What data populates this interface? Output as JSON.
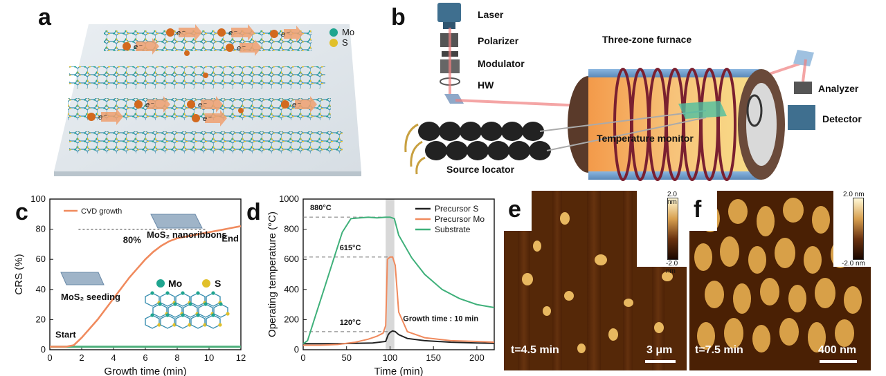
{
  "panels": {
    "a": {
      "label": "a",
      "legend": [
        {
          "symbol": "Mo",
          "color": "#1fa58f"
        },
        {
          "symbol": "S",
          "color": "#e1c02a"
        }
      ],
      "electron_label": "e⁻"
    },
    "b": {
      "label": "b",
      "components": {
        "laser": "Laser",
        "polarizer": "Polarizer",
        "modulator": "Modulator",
        "hw": "HW",
        "furnace": "Three-zone furnace",
        "analyzer": "Analyzer",
        "detector": "Detector",
        "temperature_monitor": "Temperature monitor",
        "source_locator": "Source locator"
      }
    },
    "c": {
      "label": "c"
    },
    "d": {
      "label": "d"
    },
    "e": {
      "label": "e",
      "time": "t=4.5 min",
      "scale": "3 μm",
      "cbar_top": "2.0 nm",
      "cbar_bottom": "-2.0 nm"
    },
    "f": {
      "label": "f",
      "time": "t=7.5 min",
      "scale": "400 nm",
      "cbar_top": "2.0 nm",
      "cbar_bottom": "-2.0 nm"
    }
  },
  "chart_data": [
    {
      "type": "line",
      "panel": "c",
      "xlabel": "Growth time (min)",
      "ylabel": "CRS (%)",
      "xlim": [
        0,
        12
      ],
      "ylim": [
        0,
        100
      ],
      "xticks": [
        0,
        2,
        4,
        6,
        8,
        10,
        12
      ],
      "yticks": [
        0,
        20,
        40,
        60,
        80,
        100
      ],
      "series": [
        {
          "name": "CVD growth",
          "color": "#f08a5d",
          "x": [
            0,
            1,
            1.5,
            2,
            2.5,
            3,
            3.5,
            4,
            4.5,
            5,
            5.5,
            6,
            6.5,
            7,
            7.5,
            8,
            8.5,
            9,
            9.5,
            10,
            10.5,
            11,
            11.5,
            12
          ],
          "y": [
            2,
            2,
            3,
            8,
            14,
            20,
            27,
            34,
            41,
            48,
            54,
            60,
            65,
            69,
            72,
            74,
            75,
            76,
            77,
            78,
            79,
            80,
            81,
            82
          ]
        },
        {
          "color": "#4caf7a",
          "x": [
            0,
            2,
            4,
            6,
            8,
            10,
            12
          ],
          "y": [
            2,
            2,
            2,
            2,
            2,
            2,
            2
          ]
        }
      ],
      "annotations": {
        "threshold_value": 80,
        "threshold_label": "80%",
        "end_label": "End",
        "start_label": "Start",
        "nanoribbons_label": "MoS₂ nanoribbons",
        "seeding_label": "MoS₂ seeding",
        "mo_label": "Mo",
        "s_label": "S"
      }
    },
    {
      "type": "line",
      "panel": "d",
      "xlabel": "Time (min)",
      "ylabel": "Operating temperature (°C)",
      "xlim": [
        0,
        220
      ],
      "ylim": [
        0,
        1000
      ],
      "xticks": [
        0,
        50,
        100,
        150,
        200
      ],
      "yticks": [
        0,
        200,
        400,
        600,
        800,
        1000
      ],
      "highlight_x": [
        95,
        105
      ],
      "series": [
        {
          "name": "Precursor S",
          "color": "#222222",
          "x": [
            0,
            20,
            40,
            60,
            80,
            95,
            98,
            100,
            103,
            106,
            110,
            120,
            140,
            170,
            200,
            220
          ],
          "y": [
            40,
            40,
            40,
            42,
            45,
            55,
            100,
            115,
            125,
            120,
            100,
            75,
            60,
            50,
            45,
            42
          ]
        },
        {
          "name": "Precursor Mo",
          "color": "#f08a5d",
          "x": [
            0,
            20,
            40,
            60,
            75,
            85,
            92,
            95,
            97,
            100,
            103,
            106,
            110,
            120,
            140,
            170,
            200,
            220
          ],
          "y": [
            30,
            30,
            35,
            50,
            70,
            90,
            110,
            160,
            600,
            615,
            615,
            560,
            250,
            120,
            80,
            60,
            55,
            50
          ]
        },
        {
          "name": "Substrate",
          "color": "#3fb07a",
          "x": [
            0,
            5,
            15,
            25,
            35,
            45,
            55,
            65,
            75,
            85,
            95,
            100,
            105,
            110,
            125,
            140,
            160,
            180,
            200,
            220
          ],
          "y": [
            40,
            60,
            240,
            420,
            600,
            780,
            870,
            875,
            880,
            875,
            880,
            880,
            870,
            760,
            610,
            500,
            400,
            340,
            300,
            280
          ]
        }
      ],
      "annotations": {
        "t880": "880°C",
        "t615": "615°C",
        "t120": "120°C",
        "growth": "Growth time : 10 min",
        "ref_lines": [
          880,
          615,
          120
        ]
      }
    }
  ]
}
